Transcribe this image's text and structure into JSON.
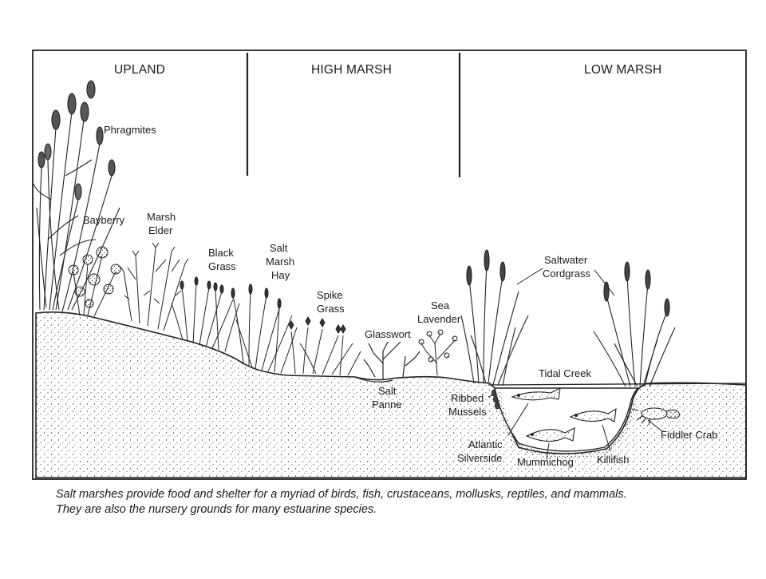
{
  "zones": {
    "upland": "UPLAND",
    "high_marsh": "HIGH MARSH",
    "low_marsh": "LOW MARSH"
  },
  "labels": {
    "phragmites": "Phragmites",
    "bayberry": "Bayberry",
    "marsh_elder_1": "Marsh",
    "marsh_elder_2": "Elder",
    "black_grass_1": "Black",
    "black_grass_2": "Grass",
    "salt_marsh_hay_1": "Salt",
    "salt_marsh_hay_2": "Marsh",
    "salt_marsh_hay_3": "Hay",
    "spike_grass_1": "Spike",
    "spike_grass_2": "Grass",
    "glasswort": "Glasswort",
    "sea_lavender_1": "Sea",
    "sea_lavender_2": "Lavender",
    "salt_panne_1": "Salt",
    "salt_panne_2": "Panne",
    "saltwater_cordgrass_1": "Saltwater",
    "saltwater_cordgrass_2": "Cordgrass",
    "tidal_creek": "Tidal Creek",
    "ribbed_mussels_1": "Ribbed",
    "ribbed_mussels_2": "Mussels",
    "atlantic_silverside_1": "Atlantic",
    "atlantic_silverside_2": "Silverside",
    "mummichog": "Mummichog",
    "killifish": "Killifish",
    "fiddler_crab": "Fiddler Crab"
  },
  "caption": {
    "line1": "Salt marshes provide food and shelter for a myriad of birds, fish, crustaceans, mollusks, reptiles, and mammals.",
    "line2": "They are also the nursery grounds for many estuarine species."
  }
}
